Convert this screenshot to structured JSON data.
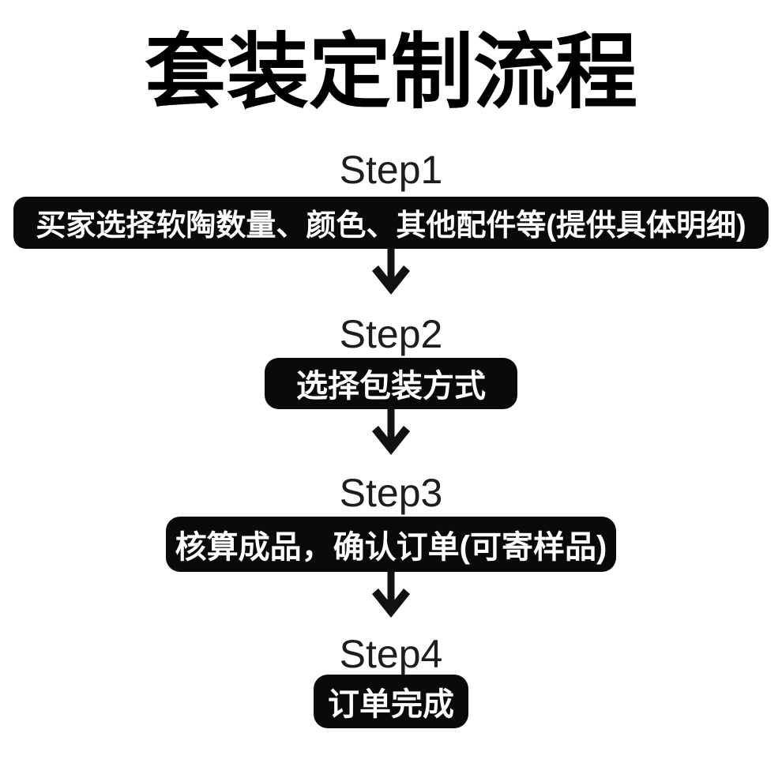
{
  "page": {
    "background_color": "#ffffff",
    "box_color": "#0a0a0a",
    "box_text_color": "#ffffff",
    "arrow_color": "#111111",
    "title_color": "#000000"
  },
  "title": "套装定制流程",
  "steps": [
    {
      "label": "Step1",
      "box_text": "买家选择软陶数量、颜色、其他配件等(提供具体明细)",
      "arrow_after": true
    },
    {
      "label": "Step2",
      "box_text": "选择包装方式",
      "arrow_after": true
    },
    {
      "label": "Step3",
      "box_text": "核算成品，确认订单(可寄样品)",
      "arrow_after": true
    },
    {
      "label": "Step4",
      "box_text": "订单完成",
      "arrow_after": false
    }
  ]
}
